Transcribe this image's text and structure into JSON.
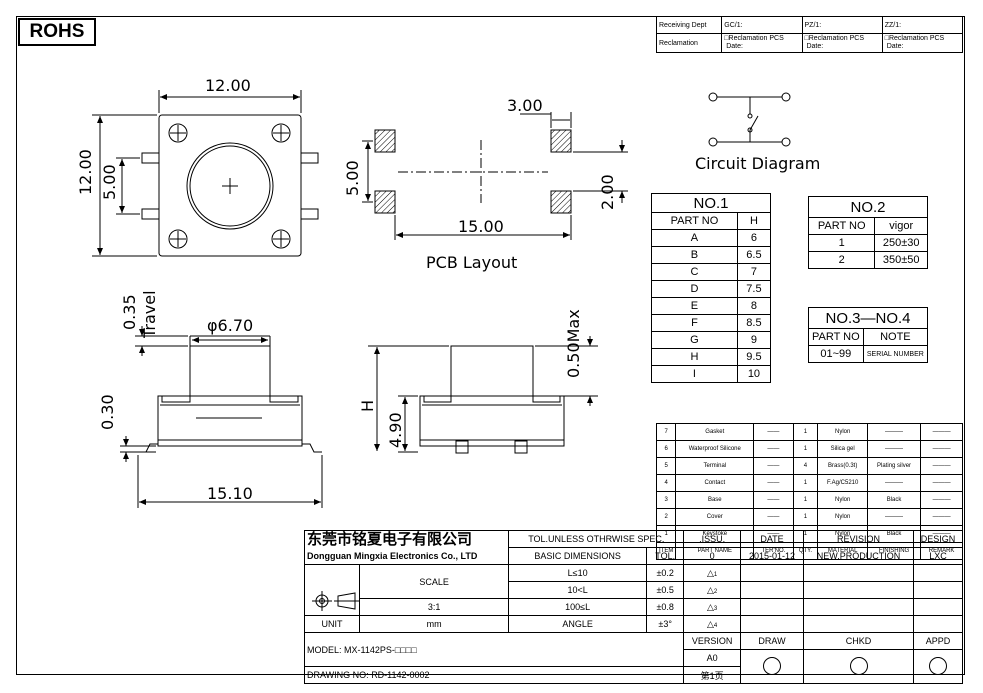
{
  "rohs": "ROHS",
  "header": {
    "receiving_dept": "Receiving Dept",
    "reclamation": "Reclamation",
    "cells": [
      {
        "code": "GC/1:",
        "text": "□Reclamation PCS",
        "date": "Date:"
      },
      {
        "code": "PZ/1:",
        "text": "□Reclamation PCS",
        "date": "Date:"
      },
      {
        "code": "ZZ/1:",
        "text": "□Reclamation PCS",
        "date": "Date:"
      }
    ]
  },
  "dimensions": {
    "top_width": "12.00",
    "top_height": "12.00",
    "top_inner": "5.00",
    "pcb_pad": "3.00",
    "pcb_height": "5.00",
    "pcb_spacing": "2.00",
    "pcb_width": "15.00",
    "pcb_label": "PCB Layout",
    "travel_val": "0.35",
    "travel_label": "Travel",
    "diameter": "φ6.70",
    "side_030": "0.30",
    "side_width": "15.10",
    "max_height": "0.50Max",
    "h_label": "H",
    "body_height": "4.90"
  },
  "circuit_label": "Circuit Diagram",
  "no1": {
    "title": "NO.1",
    "headers": [
      "PART NO",
      "H"
    ],
    "rows": [
      [
        "A",
        "6"
      ],
      [
        "B",
        "6.5"
      ],
      [
        "C",
        "7"
      ],
      [
        "D",
        "7.5"
      ],
      [
        "E",
        "8"
      ],
      [
        "F",
        "8.5"
      ],
      [
        "G",
        "9"
      ],
      [
        "H",
        "9.5"
      ],
      [
        "I",
        "10"
      ]
    ]
  },
  "no2": {
    "title": "NO.2",
    "headers": [
      "PART NO",
      "vigor"
    ],
    "rows": [
      [
        "1",
        "250±30"
      ],
      [
        "2",
        "350±50"
      ]
    ]
  },
  "no34": {
    "title": "NO.3—NO.4",
    "headers": [
      "PART NO",
      "NOTE"
    ],
    "rows": [
      [
        "01~99",
        "SERIAL NUMBER"
      ]
    ]
  },
  "bom": {
    "rows": [
      [
        "7",
        "Gasket",
        "——",
        "1",
        "Nylon",
        "———",
        "———"
      ],
      [
        "6",
        "Waterproof Silicone",
        "——",
        "1",
        "Silica gel",
        "———",
        "———"
      ],
      [
        "5",
        "Terminal",
        "——",
        "4",
        "Brass(0.3t)",
        "Plating silver",
        "———"
      ],
      [
        "4",
        "Contact",
        "——",
        "1",
        "F.Ag/C5210",
        "———",
        "———"
      ],
      [
        "3",
        "Base",
        "——",
        "1",
        "Nylon",
        "Black",
        "———"
      ],
      [
        "2",
        "Cover",
        "——",
        "1",
        "Nylon",
        "———",
        "———"
      ],
      [
        "1",
        "Keystoke",
        "——",
        "1",
        "Nylon",
        "Black",
        "———"
      ]
    ],
    "headers": [
      "ITEM",
      "PART NAME",
      "TER'NO.",
      "QTY.",
      "MATERIAL",
      "FINISHING",
      "REMARK"
    ]
  },
  "title_block": {
    "company_cn": "东莞市铭夏电子有限公司",
    "company_en": "Dongguan Mingxia Electronics Co., LTD",
    "tol_title": "TOL.UNLESS OTHRWISE SPEC.",
    "basic_dim": "BASIC DIMENSIONS",
    "tol": "TOL.",
    "tol_rows": [
      [
        "L≤10",
        "±0.2"
      ],
      [
        "10<L",
        "±0.5"
      ],
      [
        "100≤L",
        "±0.8"
      ],
      [
        "ANGLE",
        "±3°"
      ]
    ],
    "scale_label": "SCALE",
    "scale_val": "3:1",
    "unit_label": "UNIT",
    "unit_val": "mm",
    "issu": ".ISSU.",
    "date_label": "DATE",
    "revision_label": "REVISION",
    "design_label": "DESIGN",
    "issu_val": "0",
    "date_val": "2015-01-12",
    "revision_val": "NEW.PRODUCTION",
    "design_val": "LXC",
    "rev_marks": [
      "1",
      "2",
      "3",
      "4"
    ],
    "version_label": "VERSION",
    "version_val": "A0",
    "draw": "DRAW",
    "chkd": "CHKD",
    "appd": "APPD",
    "model_label": "MODEL:",
    "model_val": "MX-1142PS-□□□□",
    "drawing_label": "DRAWING NO:",
    "drawing_val": "RD-1142-0002",
    "page": "第1页"
  }
}
